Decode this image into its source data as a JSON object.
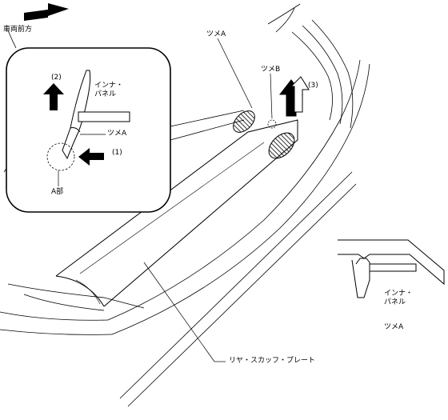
{
  "labels": {
    "front_direction": "車両前方",
    "tab_a_top": "ツメA",
    "tab_b": "ツメB",
    "step_1": "(1)",
    "step_2": "(2)",
    "step_3": "(3)",
    "inner_panel_detail": "インナ・\nパネル",
    "tab_a_detail": "ツメA",
    "part_a": "A部",
    "inner_panel_section": "インナ・\nパネル",
    "tab_a_section": "ツメA",
    "scuff_plate": "リヤ・スカッフ・プレート"
  },
  "colors": {
    "line": "#000000",
    "background": "#ffffff"
  }
}
